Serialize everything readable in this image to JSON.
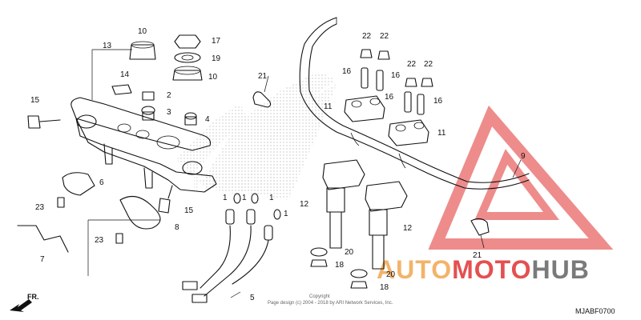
{
  "diagram_code": "MJABF0700",
  "copyright": {
    "line1": "Copyright",
    "line2": "Page design (c) 2004 - 2018 by ARI Network Services, Inc."
  },
  "direction_label": "FR.",
  "watermark": {
    "part1": "AUTO",
    "part2": "MOTO",
    "part3": "HUB",
    "color_orange": "#f3b36a",
    "color_red": "#e45050",
    "color_gray": "#7a7a7a",
    "triangle_color": "#e86666"
  },
  "callouts": {
    "c1a": "1",
    "c1b": "1",
    "c1c": "1",
    "c1d": "1",
    "c2": "2",
    "c3": "3",
    "c4": "4",
    "c5": "5",
    "c6": "6",
    "c7": "7",
    "c8": "8",
    "c9": "9",
    "c10a": "10",
    "c10b": "10",
    "c11a": "11",
    "c11b": "11",
    "c12a": "12",
    "c12b": "12",
    "c13": "13",
    "c14": "14",
    "c15a": "15",
    "c15b": "15",
    "c16a": "16",
    "c16b": "16",
    "c16c": "16",
    "c16d": "16",
    "c17": "17",
    "c18a": "18",
    "c18b": "18",
    "c19": "19",
    "c20a": "20",
    "c20b": "20",
    "c21a": "21",
    "c21b": "21",
    "c22a": "22",
    "c22b": "22",
    "c22c": "22",
    "c22d": "22",
    "c23a": "23",
    "c23b": "23"
  }
}
